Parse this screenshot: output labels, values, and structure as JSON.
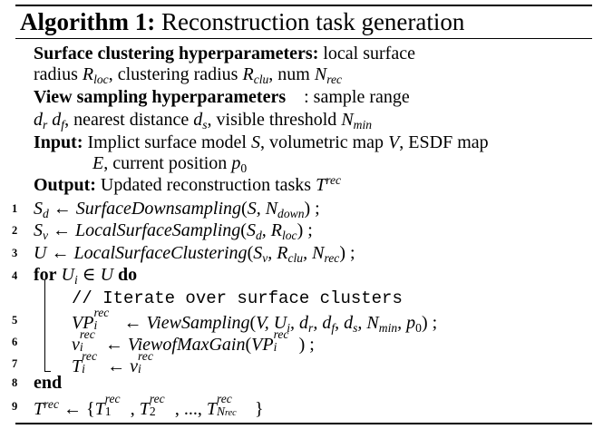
{
  "title": {
    "label": "Algorithm 1:",
    "text": "Reconstruction task generation"
  },
  "params": {
    "surface_label": "Surface clustering hyperparameters:",
    "surface_text1": "local surface",
    "surface_text2a": "radius",
    "surface_text2b": ", clustering radius",
    "surface_text2c": ", num",
    "view_label": "View sampling hyperparameters",
    "view_text1": ": sample range",
    "view_text2a": ", nearest distance",
    "view_text2b": ", visible threshold",
    "input_label": "Input:",
    "input_text1a": "Implict surface model",
    "input_text1b": ", volumetric map",
    "input_text1c": ", ESDF map",
    "input_text2a": ", current position",
    "output_label": "Output:",
    "output_text": "Updated reconstruction tasks"
  },
  "lines": [
    {
      "num": "1"
    },
    {
      "num": "2"
    },
    {
      "num": "3"
    },
    {
      "num": "4"
    },
    {
      "num": "5"
    },
    {
      "num": "6"
    },
    {
      "num": "7"
    },
    {
      "num": "8"
    },
    {
      "num": "9"
    }
  ],
  "code": {
    "for_kw": "for",
    "do_kw": "do",
    "end_kw": "end",
    "comment": "// Iterate over surface clusters"
  }
}
